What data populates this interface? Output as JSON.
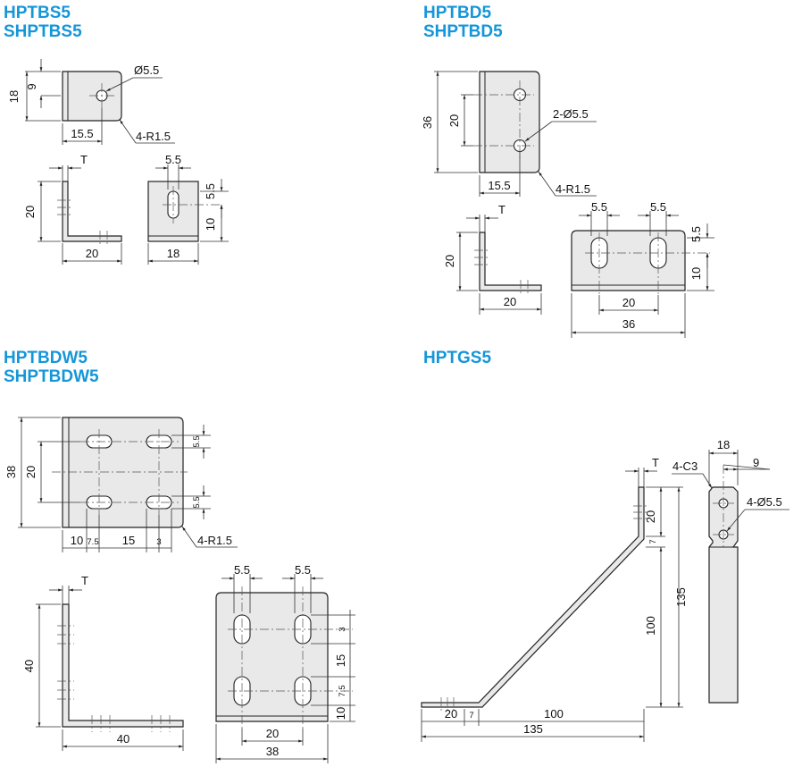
{
  "sections": [
    {
      "id": "hptbs5",
      "titles": [
        "HPTBS5",
        "SHPTBS5"
      ],
      "dims": {
        "front_height": "18",
        "front_half": "9",
        "hole": "Ø5.5",
        "hole_pos": "15.5",
        "radius": "4-R1.5",
        "thickness": "T",
        "side_height": "20",
        "side_length": "20",
        "slot_w": "5.5",
        "slot_h": "5.5",
        "slot_base": "10",
        "width": "18"
      }
    },
    {
      "id": "hptbd5",
      "titles": [
        "HPTBD5",
        "SHPTBD5"
      ],
      "dims": {
        "front_height": "36",
        "hole_pitch": "20",
        "hole": "2-Ø5.5",
        "hole_pos": "15.5",
        "radius": "4-R1.5",
        "thickness": "T",
        "side_height": "20",
        "side_length": "20",
        "slot_w1": "5.5",
        "slot_w2": "5.5",
        "slot_h": "5.5",
        "slot_base": "10",
        "slot_pitch": "20",
        "width": "36"
      }
    },
    {
      "id": "hptbdw5",
      "titles": [
        "HPTBDW5",
        "SHPTBDW5"
      ],
      "dims": {
        "front_height": "38",
        "hole_pitch": "20",
        "slot_h_top": "5.5",
        "slot_h_bot": "5.5",
        "pos_10": "10",
        "pos_75": "7.5",
        "pos_15": "15",
        "pos_3": "3",
        "radius": "4-R1.5",
        "thickness": "T",
        "side_height": "40",
        "side_length": "40",
        "slot_w1": "5.5",
        "slot_w2": "5.5",
        "right_3": "3",
        "right_15": "15",
        "right_75": "7.5",
        "right_10": "10",
        "slot_pitch": "20",
        "width": "38"
      }
    },
    {
      "id": "hptgs5",
      "titles": [
        "HPTGS5"
      ],
      "dims": {
        "thickness": "T",
        "upper_20": "20",
        "upper_7": "7",
        "inner_100": "100",
        "outer_135": "135",
        "bottom_20": "20",
        "bottom_7": "7",
        "bottom_100": "100",
        "bottom_135": "135",
        "width": "18",
        "half": "9",
        "chamfer": "4-C3",
        "hole": "4-Ø5.5"
      }
    }
  ]
}
